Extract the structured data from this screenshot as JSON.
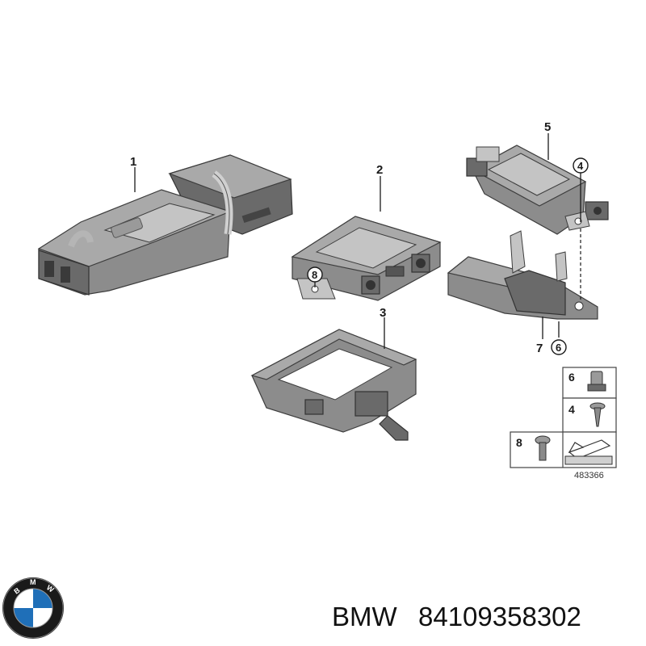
{
  "callouts": {
    "c1": "1",
    "c2": "2",
    "c3": "3",
    "c4": "4",
    "c5": "5",
    "c6": "6",
    "c7": "7",
    "c8": "8"
  },
  "legend": {
    "items": [
      "6",
      "4",
      "8"
    ],
    "diagram_number": "483366"
  },
  "footer": {
    "brand": "BMW",
    "part_number": "84109358302"
  },
  "colors": {
    "part_fill": "#8c8c8c",
    "outline": "#3d3d3d",
    "bmw_blue": "#1f6fb8"
  }
}
